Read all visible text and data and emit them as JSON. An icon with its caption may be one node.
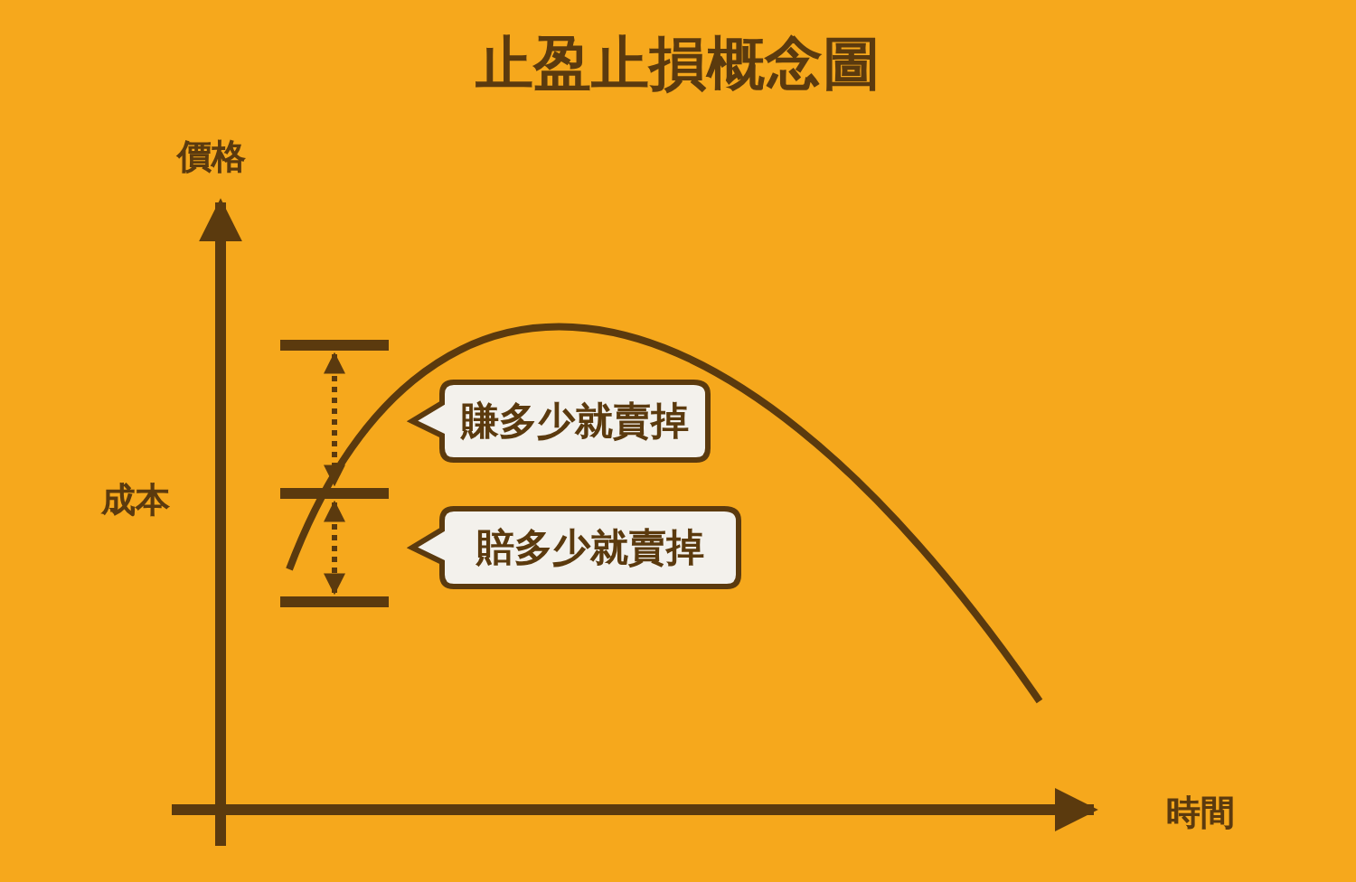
{
  "diagram": {
    "title": "止盈止損概念圖",
    "nodes": [
      {
        "text": [
          "賺多少就賣掉"
        ]
      },
      {
        "text": [
          "賠多少就賣掉"
        ]
      }
    ],
    "edges": [],
    "labels": [
      "價格",
      "成本",
      "時間"
    ]
  }
}
